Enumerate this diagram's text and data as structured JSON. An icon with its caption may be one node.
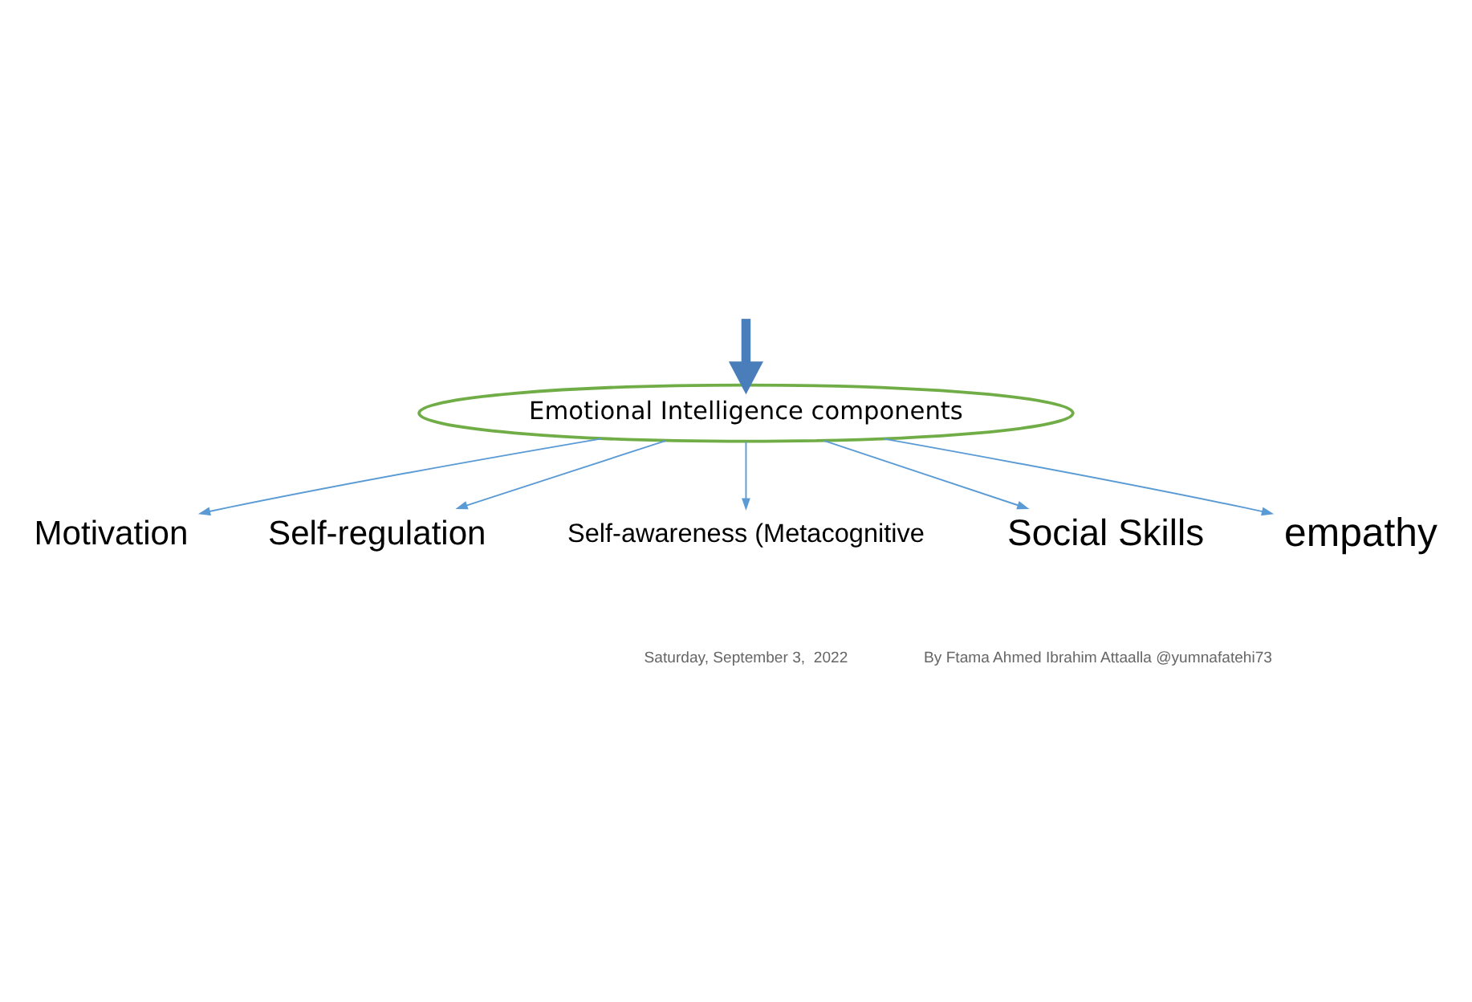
{
  "diagram": {
    "nodes": [
      {
        "text": [
          "Emotional Intelligence components"
        ]
      },
      {
        "text": [
          "Motivation"
        ]
      },
      {
        "text": [
          "Self-regulation"
        ]
      },
      {
        "text": [
          "Self-awareness (Metacognitive"
        ]
      },
      {
        "text": [
          "Social Skills"
        ]
      },
      {
        "text": [
          "empathy"
        ]
      }
    ],
    "edges": [
      {
        "from": null,
        "to": 0,
        "arrow": "to",
        "style": "thick",
        "color": "#4a7ebb"
      },
      {
        "from": 0,
        "to": 1,
        "arrow": "to"
      },
      {
        "from": 0,
        "to": 2,
        "arrow": "to"
      },
      {
        "from": 0,
        "to": 3,
        "arrow": "to"
      },
      {
        "from": 0,
        "to": 4,
        "arrow": "to"
      },
      {
        "from": 0,
        "to": 5,
        "arrow": "to"
      }
    ],
    "labels": [
      "Saturday, September 3,  2022",
      "By Ftama Ahmed Ibrahim Attaalla @yumnafatehi73"
    ]
  }
}
